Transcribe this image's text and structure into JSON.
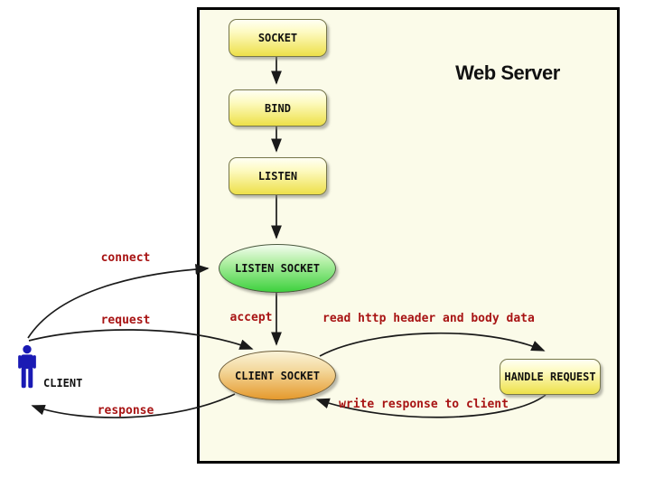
{
  "diagram": {
    "title": "Web Server",
    "nodes": {
      "socket": "SOCKET",
      "bind": "BIND",
      "listen": "LISTEN",
      "listen_socket": "LISTEN SOCKET",
      "client_socket": "CLIENT SOCKET",
      "handle_request": "HANDLE REQUEST",
      "client": "CLIENT"
    },
    "edge_labels": {
      "connect": "connect",
      "request": "request",
      "response": "response",
      "accept": "accept",
      "read": "read http header and body data",
      "write": "write response to client"
    },
    "colors": {
      "server_background": "#fbfbe9",
      "server_border": "#000000",
      "node_yellow_top": "#fffff4",
      "node_yellow_bottom": "#ede049",
      "ellipse_green_top": "#f3fcef",
      "ellipse_green_bottom": "#3ed13e",
      "ellipse_orange_top": "#faf3d8",
      "ellipse_orange_bottom": "#e5992d",
      "edge_label_red": "#a81414",
      "client_blue": "#1a1ab4",
      "arrow_black": "#1a1a1a"
    }
  }
}
